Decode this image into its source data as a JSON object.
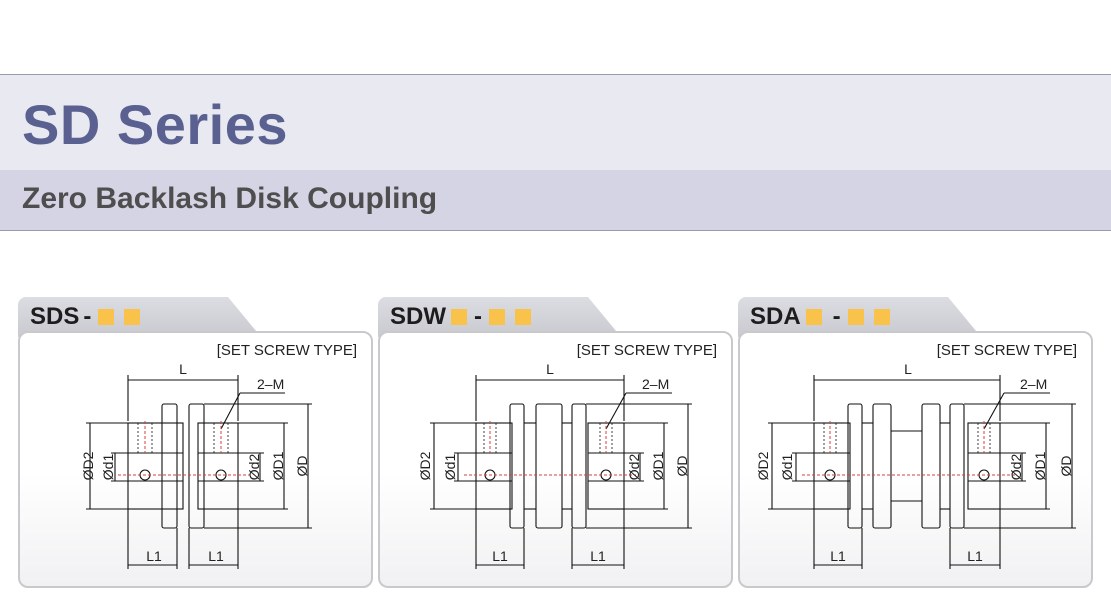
{
  "header": {
    "title": "SD Series",
    "subtitle": "Zero Backlash Disk Coupling"
  },
  "colors": {
    "title": "#5a6191",
    "placeholder_square": "#f9c24a",
    "centerline": "#e03030"
  },
  "panels": [
    {
      "model": "SDS",
      "type_label": "[SET SCREW TYPE]",
      "labels": {
        "L": "L",
        "M": "2–M",
        "D2": "ØD2",
        "d1": "Ød1",
        "d2": "Ød2",
        "D1": "ØD1",
        "D": "ØD",
        "L1a": "L1",
        "L1b": "L1"
      }
    },
    {
      "model": "SDW",
      "type_label": "[SET SCREW TYPE]",
      "labels": {
        "L": "L",
        "M": "2–M",
        "D2": "ØD2",
        "d1": "Ød1",
        "d2": "Ød2",
        "D1": "ØD1",
        "D": "ØD",
        "L1a": "L1",
        "L1b": "L1"
      }
    },
    {
      "model": "SDA",
      "type_label": "[SET SCREW TYPE]",
      "labels": {
        "L": "L",
        "M": "2–M",
        "D2": "ØD2",
        "d1": "Ød1",
        "d2": "Ød2",
        "D1": "ØD1",
        "D": "ØD",
        "L1a": "L1",
        "L1b": "L1"
      }
    }
  ]
}
